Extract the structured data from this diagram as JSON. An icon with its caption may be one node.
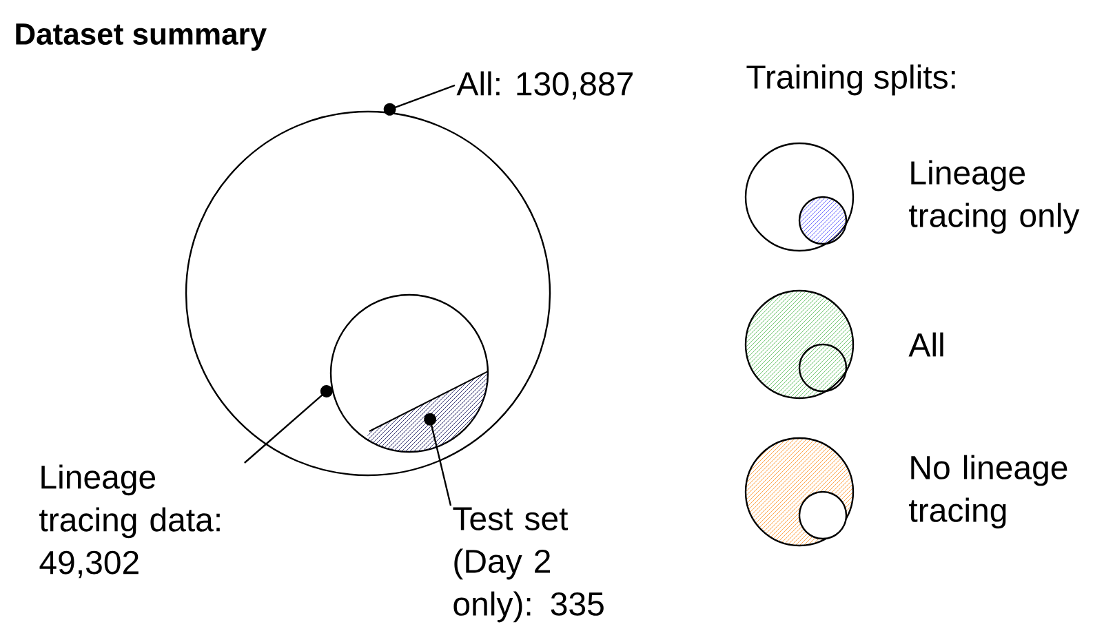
{
  "diagram": {
    "title": "Dataset summary",
    "nodes": [
      {
        "text": [
          "All: 130,887"
        ]
      },
      {
        "text": [],
        "shape": "circle"
      },
      {
        "text": [],
        "shape": "circle",
        "in": 1
      },
      {
        "text": [],
        "shape": "segment",
        "in": 2
      },
      {
        "text": [
          "Lineage tracing data: 49,302"
        ]
      },
      {
        "text": [
          "Test set (Day 2 only): 335"
        ]
      }
    ],
    "edges": [
      {
        "from": 0,
        "to": 1,
        "arrow": "other"
      },
      {
        "from": 4,
        "to": 2,
        "arrow": "other"
      },
      {
        "from": 5,
        "to": 3,
        "arrow": "other"
      }
    ],
    "labels": [
      "Training splits:"
    ],
    "legend": [
      {
        "text": "Lineage tracing only"
      },
      {
        "text": "All"
      },
      {
        "text": "No lineage tracing"
      }
    ]
  }
}
